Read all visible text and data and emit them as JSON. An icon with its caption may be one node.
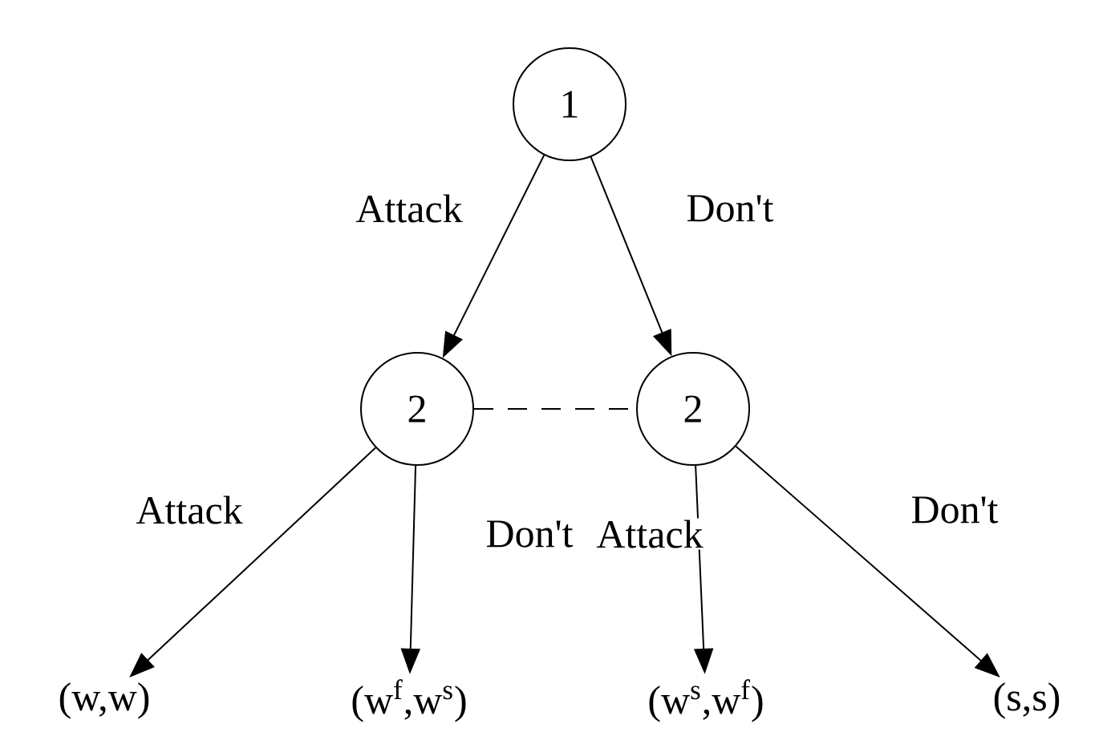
{
  "diagram": {
    "nodes": [
      {
        "text": [
          "1"
        ]
      },
      {
        "text": [
          "2"
        ]
      },
      {
        "text": [
          "2"
        ]
      },
      {
        "text": [
          "(w,w)"
        ]
      },
      {
        "text": [
          "(w$^{f}$,w$^{s}$)"
        ]
      },
      {
        "text": [
          "(w$^{s}$,w$^{f}$)"
        ]
      },
      {
        "text": [
          "(s,s)"
        ]
      }
    ],
    "edges": [
      {
        "from": 0,
        "to": 1,
        "arrow": "to",
        "label": "Attack"
      },
      {
        "from": 0,
        "to": 2,
        "arrow": "to",
        "label": "Don't"
      },
      {
        "from": 1,
        "to": 3,
        "arrow": "to",
        "label": "Attack"
      },
      {
        "from": 1,
        "to": 4,
        "arrow": "to",
        "label": "Don't"
      },
      {
        "from": 2,
        "to": 5,
        "arrow": "to",
        "label": "Attack"
      },
      {
        "from": 2,
        "to": 6,
        "arrow": "to",
        "label": "Don't"
      },
      {
        "from": 1,
        "to": 2,
        "arrow": "none",
        "style": "dashed"
      }
    ]
  }
}
